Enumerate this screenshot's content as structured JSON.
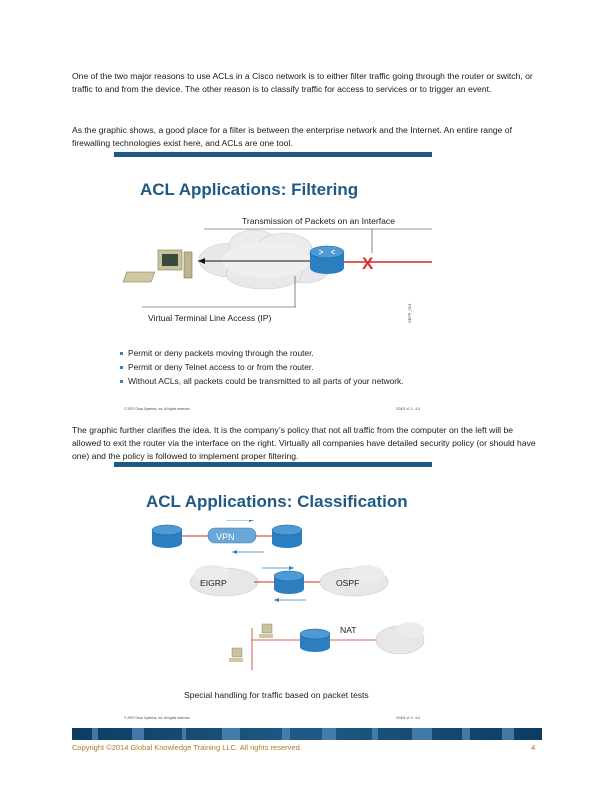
{
  "paragraphs": {
    "p1": "One of the two major reasons to use ACLs in a Cisco network is to either filter traffic going through the router or switch, or traffic to and from the device. The other reason is to classify traffic for access to services or to trigger an event.",
    "p2": "As the graphic shows, a good place for a filter is between the enterprise network and the Internet. An entire range of firewalling technologies exist here, and ACLs are one tool.",
    "p3": "The graphic further clarifies the idea. It is the company’s policy that not all traffic from the computer on the left will be allowed to exit the router via the interface on the right. Virtually all companies have detailed security policy (or should have one) and the policy is followed to implement proper filtering."
  },
  "slide1": {
    "title": "ACL Applications: Filtering",
    "label_top": "Transmission of Packets on an Interface",
    "label_bottom": "Virtual Terminal Line Access (IP)",
    "x_mark": "X",
    "side_code": "SEFP_024",
    "bullets": [
      "Permit or deny packets moving through the router.",
      "Permit or deny Telnet access to or from the router.",
      "Without ACLs, all packets could be transmitted to all parts of your network."
    ],
    "foot_left": "© 2007 Cisco Systems, Inc. All rights reserved.",
    "foot_right": "ICND1 v1.0 - 4-5"
  },
  "slide2": {
    "title": "ACL Applications: Classification",
    "vpn": "VPN",
    "eigrp": "EIGRP",
    "ospf": "OSPF",
    "nat": "NAT",
    "caption": "Special handling for traffic based on packet tests",
    "foot_left": "© 2007 Cisco Systems, Inc. All rights reserved.",
    "foot_right": "ICND1 v1.0 - 4-6"
  },
  "footer": {
    "copyright": "Copyright ©2014 Global Knowledge Training LLC. All rights reserved.",
    "page": "4"
  },
  "colors": {
    "brand_blue": "#1f5a85",
    "router_blue": "#2b7fc0",
    "footer_text": "#b07a2a",
    "x_red": "#d8312a"
  }
}
